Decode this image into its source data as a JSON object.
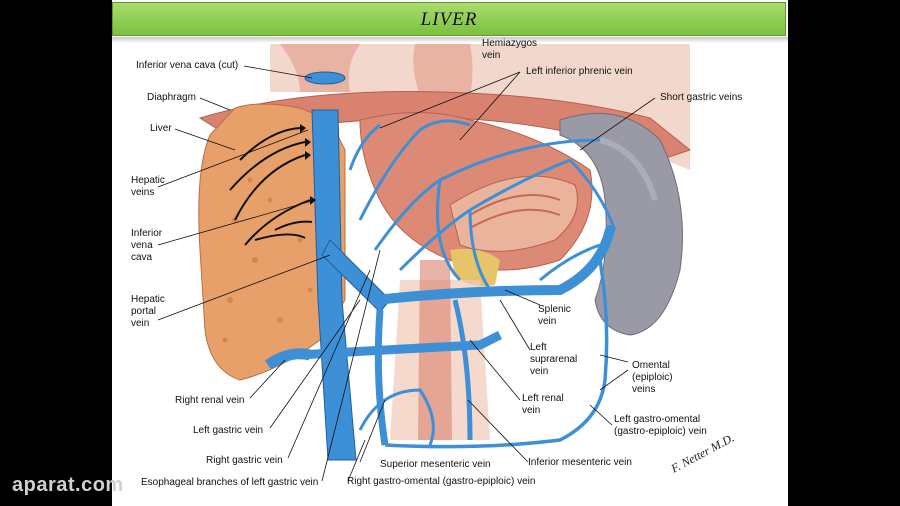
{
  "header": {
    "title": "LIVER"
  },
  "labels": {
    "inferior_vena_cava_cut": "Inferior vena cava (cut)",
    "hemiazygos_vein": "Hemiazygos\nvein",
    "left_inferior_phrenic_vein": "Left inferior phrenic vein",
    "short_gastric_veins": "Short gastric veins",
    "diaphragm": "Diaphragm",
    "liver": "Liver",
    "hepatic_veins": "Hepatic\nveins",
    "inferior_vena_cava": "Inferior\nvena\ncava",
    "hepatic_portal_vein": "Hepatic\nportal\nvein",
    "splenic_vein": "Splenic\nvein",
    "left_suprarenal_vein": "Left\nsuprarenal\nvein",
    "omental_veins": "Omental\n(epiploic)\nveins",
    "left_renal_vein": "Left renal\nvein",
    "left_gastro_omental_vein": "Left gastro-omental\n(gastro-epiploic) vein",
    "right_renal_vein": "Right renal vein",
    "left_gastric_vein": "Left gastric vein",
    "right_gastric_vein": "Right gastric vein",
    "superior_mesenteric_vein": "Superior mesenteric vein",
    "inferior_mesenteric_vein": "Inferior mesenteric vein",
    "esophageal_branches": "Esophageal branches of left gastric vein",
    "right_gastro_omental_vein": "Right gastro-omental (gastro-epiploic) vein"
  },
  "watermark": "aparat.com",
  "signature": "F. Netter M.D.",
  "colors": {
    "vein": "#3d8fd6",
    "liver": "#e8a06a",
    "muscle": "#d9826f",
    "spleen": "#9a9aa6",
    "title_bar": "#8ccc4c"
  }
}
